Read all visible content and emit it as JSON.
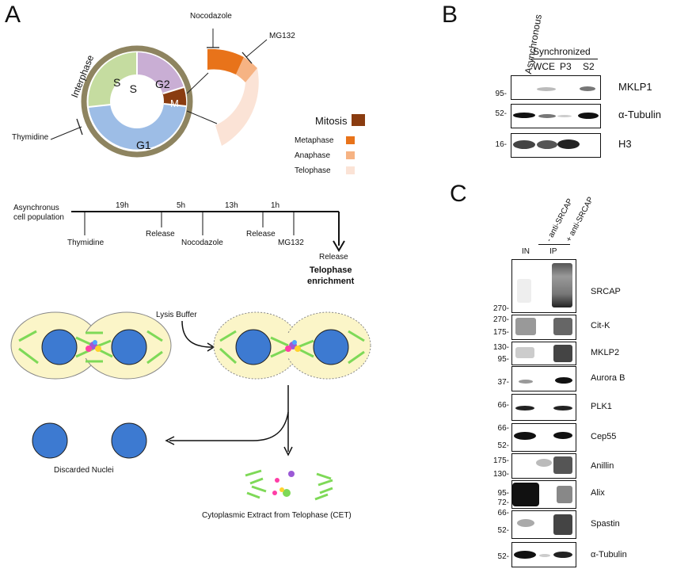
{
  "panelA": {
    "letter": "A",
    "cycle": {
      "interphase": "Interphase",
      "S": "S",
      "G2": "G2",
      "M": "M",
      "G1": "G1",
      "nocodazole": "Nocodazole",
      "mg132": "MG132",
      "thymidine": "Thymidine"
    },
    "legend": {
      "title": "Mitosis",
      "items": [
        {
          "label": "Metaphase",
          "color": "#e8731a"
        },
        {
          "label": "Anaphase",
          "color": "#f6b383"
        },
        {
          "label": "Telophase",
          "color": "#fbe3d6"
        }
      ],
      "mitosis_color": "#8a3c10"
    },
    "timeline": {
      "start": "Asynchronus\ncell population",
      "durations": [
        "19h",
        "5h",
        "13h",
        "1h"
      ],
      "events": [
        "Thymidine",
        "Release",
        "Nocodazole",
        "Release",
        "MG132",
        "Release"
      ],
      "end_label": "Telophase\nenrichment"
    },
    "cells": {
      "lysis": "Lysis Buffer",
      "discarded": "Discarded Nuclei",
      "extract": "Cytoplasmic Extract from Telophase (CET)"
    }
  },
  "panelB": {
    "letter": "B",
    "asynchronous": "Asynchronous",
    "synchronized": "Synchronized",
    "lanes": [
      "WCE",
      "P3",
      "S2"
    ],
    "rows": [
      {
        "mw": "95-",
        "label": "MKLP1"
      },
      {
        "mw": "52-",
        "label": "α-Tubulin"
      },
      {
        "mw": "16-",
        "label": "H3"
      }
    ]
  },
  "panelC": {
    "letter": "C",
    "lane_minus": "- anti-SRCAP",
    "lane_plus": "+ anti-SRCAP",
    "in": "IN",
    "ip": "IP",
    "rows": [
      {
        "label": "SRCAP",
        "mws": [
          "270-"
        ]
      },
      {
        "label": "Cit-K",
        "mws": [
          "270-",
          "175-"
        ]
      },
      {
        "label": "MKLP2",
        "mws": [
          "130-",
          "95-"
        ]
      },
      {
        "label": "Aurora B",
        "mws": [
          "37-"
        ]
      },
      {
        "label": "PLK1",
        "mws": [
          "66-"
        ]
      },
      {
        "label": "Cep55",
        "mws": [
          "66-",
          "52-"
        ]
      },
      {
        "label": "Anillin",
        "mws": [
          "175-",
          "130-"
        ]
      },
      {
        "label": "Alix",
        "mws": [
          "95-",
          "72-"
        ]
      },
      {
        "label": "Spastin",
        "mws": [
          "66-",
          "52-"
        ]
      },
      {
        "label": "α-Tubulin",
        "mws": [
          "52-"
        ]
      }
    ]
  }
}
